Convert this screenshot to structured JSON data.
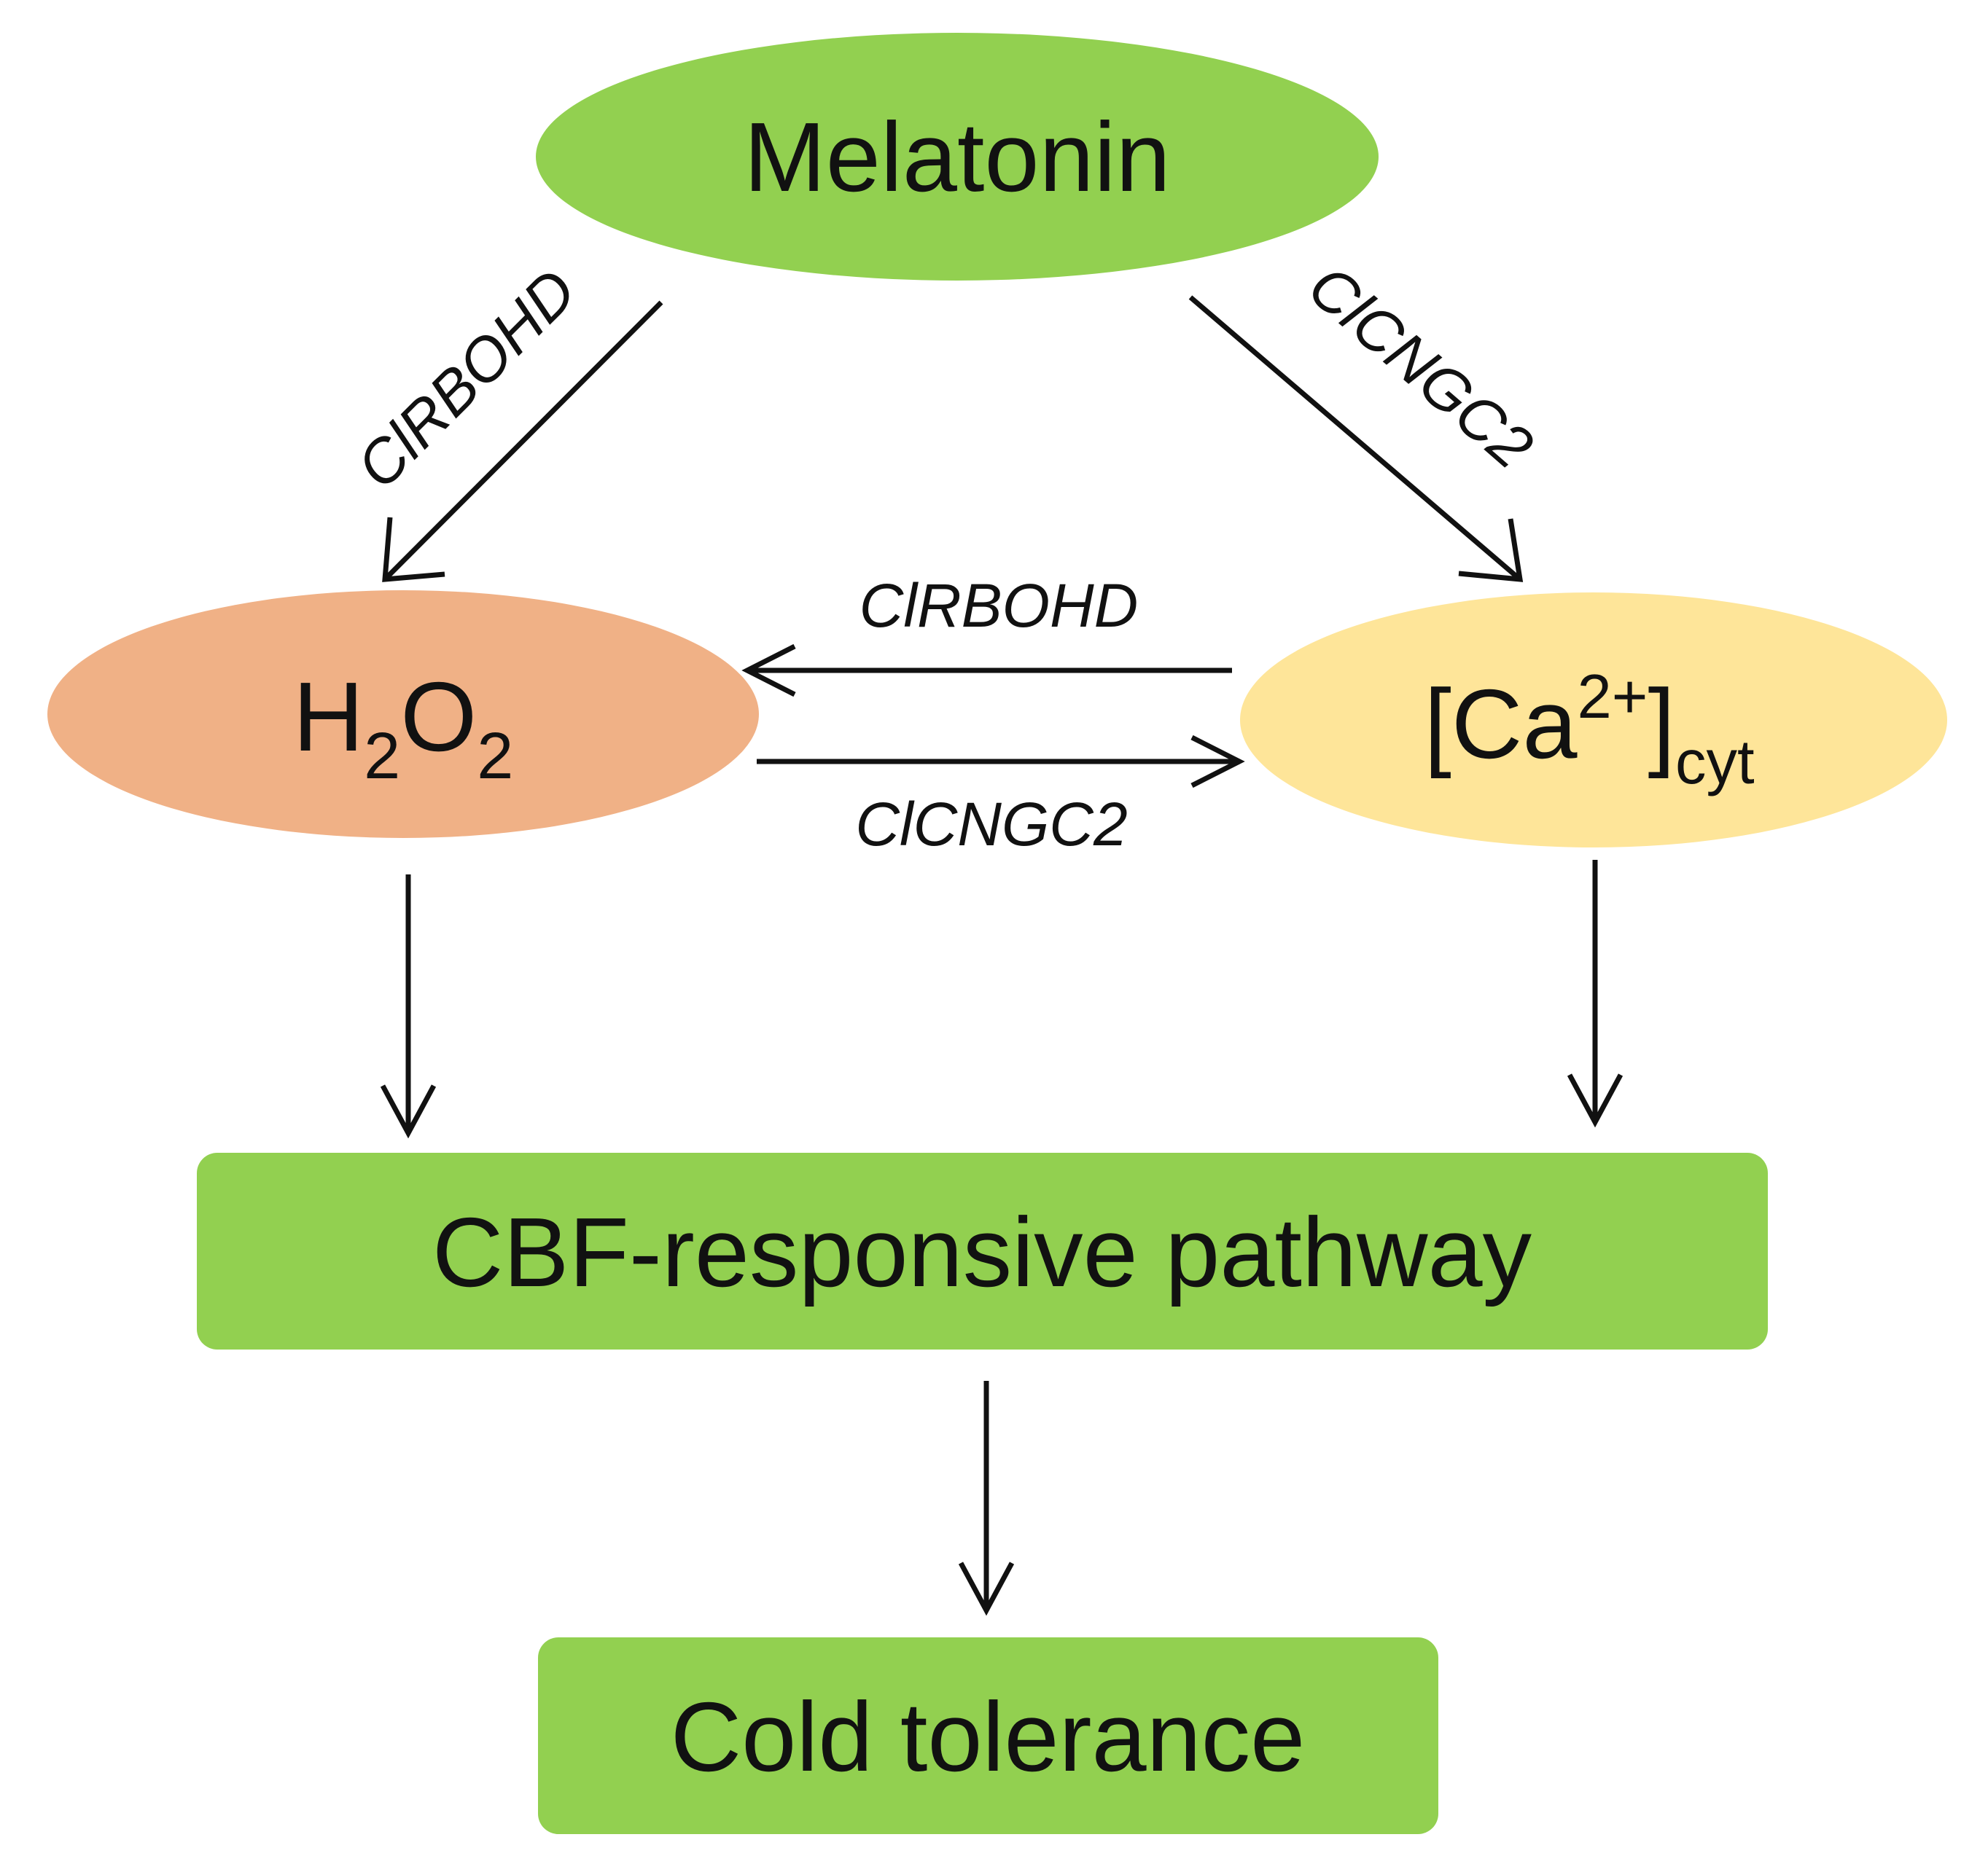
{
  "nodes": {
    "melatonin": {
      "label": "Melatonin",
      "color": "#92d050"
    },
    "h2o2": {
      "label_main_1": "H",
      "label_sub_1": "2",
      "label_main_2": "O",
      "label_sub_2": "2",
      "color": "#f0b186"
    },
    "calcium": {
      "label_open": "[Ca",
      "label_sup": "2+",
      "label_close": "]",
      "label_sub": "cyt",
      "color": "#fee599"
    },
    "cbf": {
      "label": "CBF-responsive pathway",
      "color": "#92d050"
    },
    "cold": {
      "label": "Cold tolerance",
      "color": "#92d050"
    }
  },
  "edges": {
    "melatonin_to_h2o2": {
      "label": "ClRBOHD"
    },
    "melatonin_to_calcium": {
      "label": "ClCNGC2"
    },
    "calcium_to_h2o2": {
      "label": "ClRBOHD"
    },
    "h2o2_to_calcium": {
      "label": "ClCNGC2"
    }
  }
}
